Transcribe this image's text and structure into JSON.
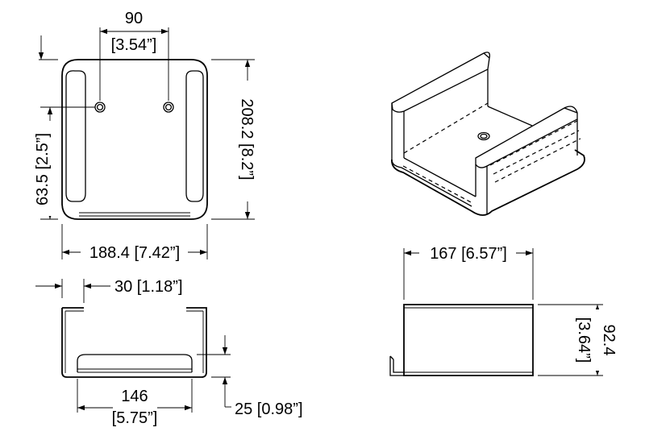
{
  "top_view": {
    "hole_spacing": "90",
    "hole_spacing_in": "[3.54”]",
    "height": "208.2 [8.2”]",
    "width": "188.4 [7.42”]",
    "hole_height": "63.5 [2.5”]"
  },
  "front_view": {
    "flange": "30 [1.18”]",
    "inner_width": "146",
    "inner_width_in": "[5.75”]",
    "lip_height": "25 [0.98”]"
  },
  "side_view": {
    "width": "167 [6.57”]",
    "height": "92.4",
    "height_in": "[3.64”]"
  }
}
